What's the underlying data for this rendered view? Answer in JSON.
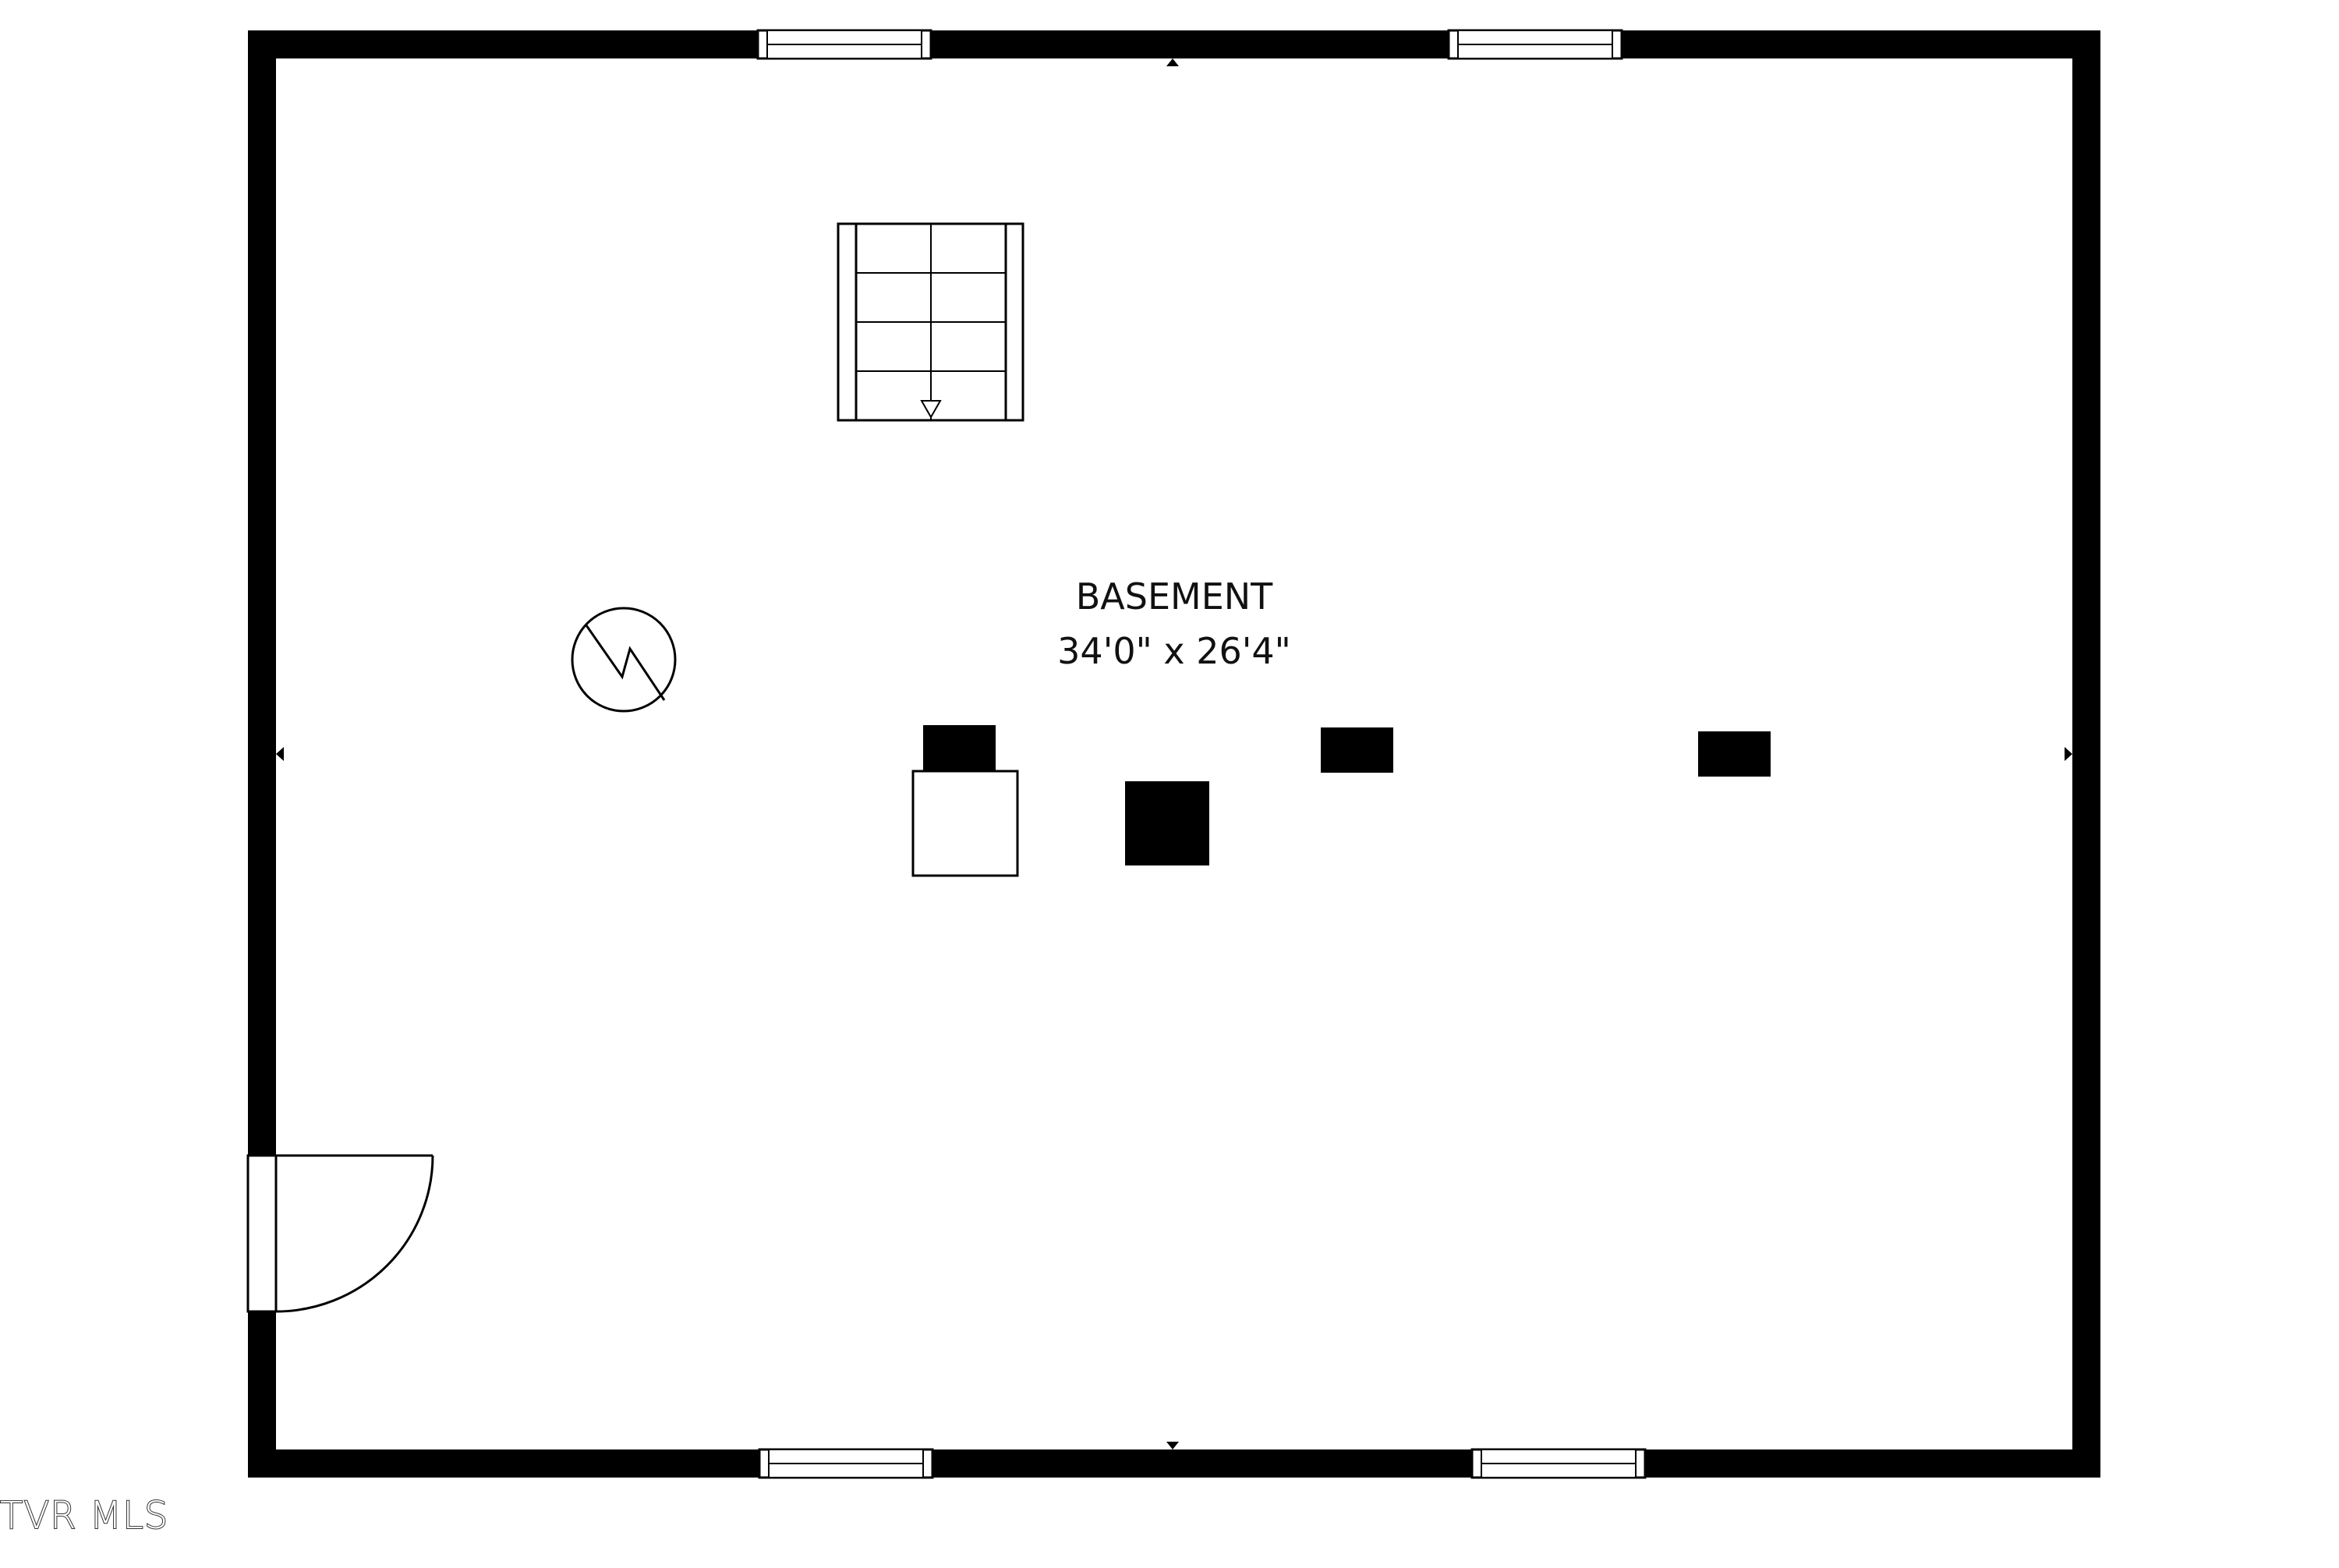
{
  "room": {
    "name": "BASEMENT",
    "dimensions": "34'0\" x 26'4\""
  },
  "watermark": {
    "text": "TVR MLS"
  },
  "colors": {
    "wall": "#000000",
    "background": "#ffffff",
    "line": "#000000"
  },
  "icons": {
    "staircase": "staircase-icon",
    "water-heater": "water-heater-icon",
    "door": "door-swing-icon"
  }
}
